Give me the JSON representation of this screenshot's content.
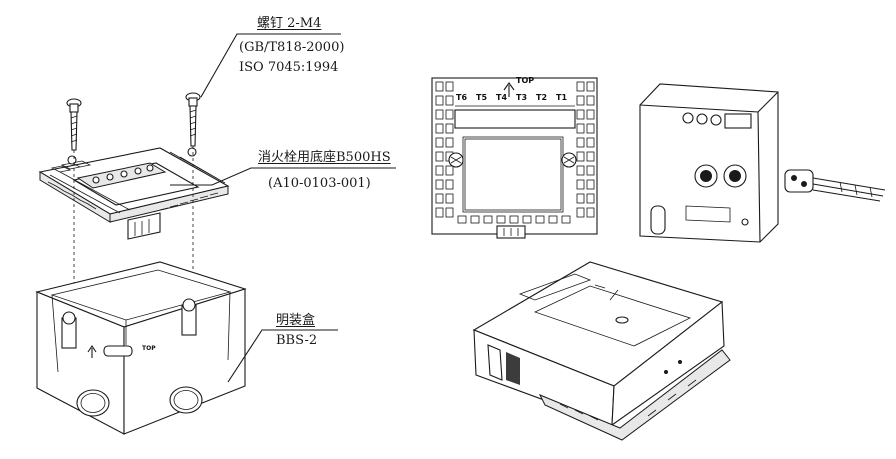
{
  "labels": {
    "screw": {
      "line1": "螺钉 2-M4",
      "line2": "(GB/T818-2000)",
      "line3": "ISO 7045:1994"
    },
    "base": {
      "line1": "消火栓用底座B500HS",
      "line2": "(A10-0103-001)"
    },
    "box": {
      "line1": "明装盒",
      "line2": "BBS-2"
    }
  },
  "base_front": {
    "top_marker": "TOP",
    "terminals": [
      "T6",
      "T5",
      "T4",
      "T3",
      "T2",
      "T1"
    ]
  },
  "box_marker": "TOP",
  "colors": {
    "line": "#1a1a1a",
    "background": "#ffffff"
  }
}
